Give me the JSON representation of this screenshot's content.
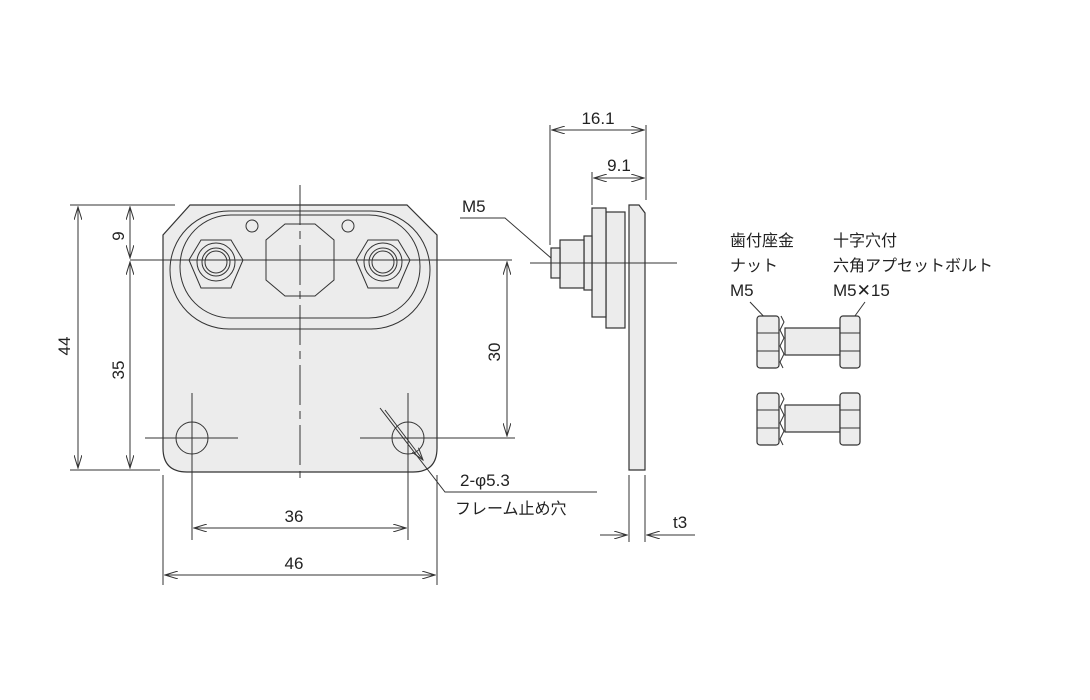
{
  "dimensions": {
    "height_total": "44",
    "top_offset": "9",
    "hole_to_center": "35",
    "center_to_hole": "30",
    "hole_pitch": "36",
    "width_total": "46",
    "depth_total": "16.1",
    "depth_partial": "9.1",
    "thickness": "t3",
    "thread": "M5",
    "holes": "2-φ5.3"
  },
  "labels": {
    "holes_note": "フレーム止め穴",
    "nut_lines": [
      "歯付座金",
      "ナット",
      "M5"
    ],
    "bolt_lines": [
      "十字穴付",
      "六角アプセットボルト",
      "M5✕15"
    ]
  }
}
